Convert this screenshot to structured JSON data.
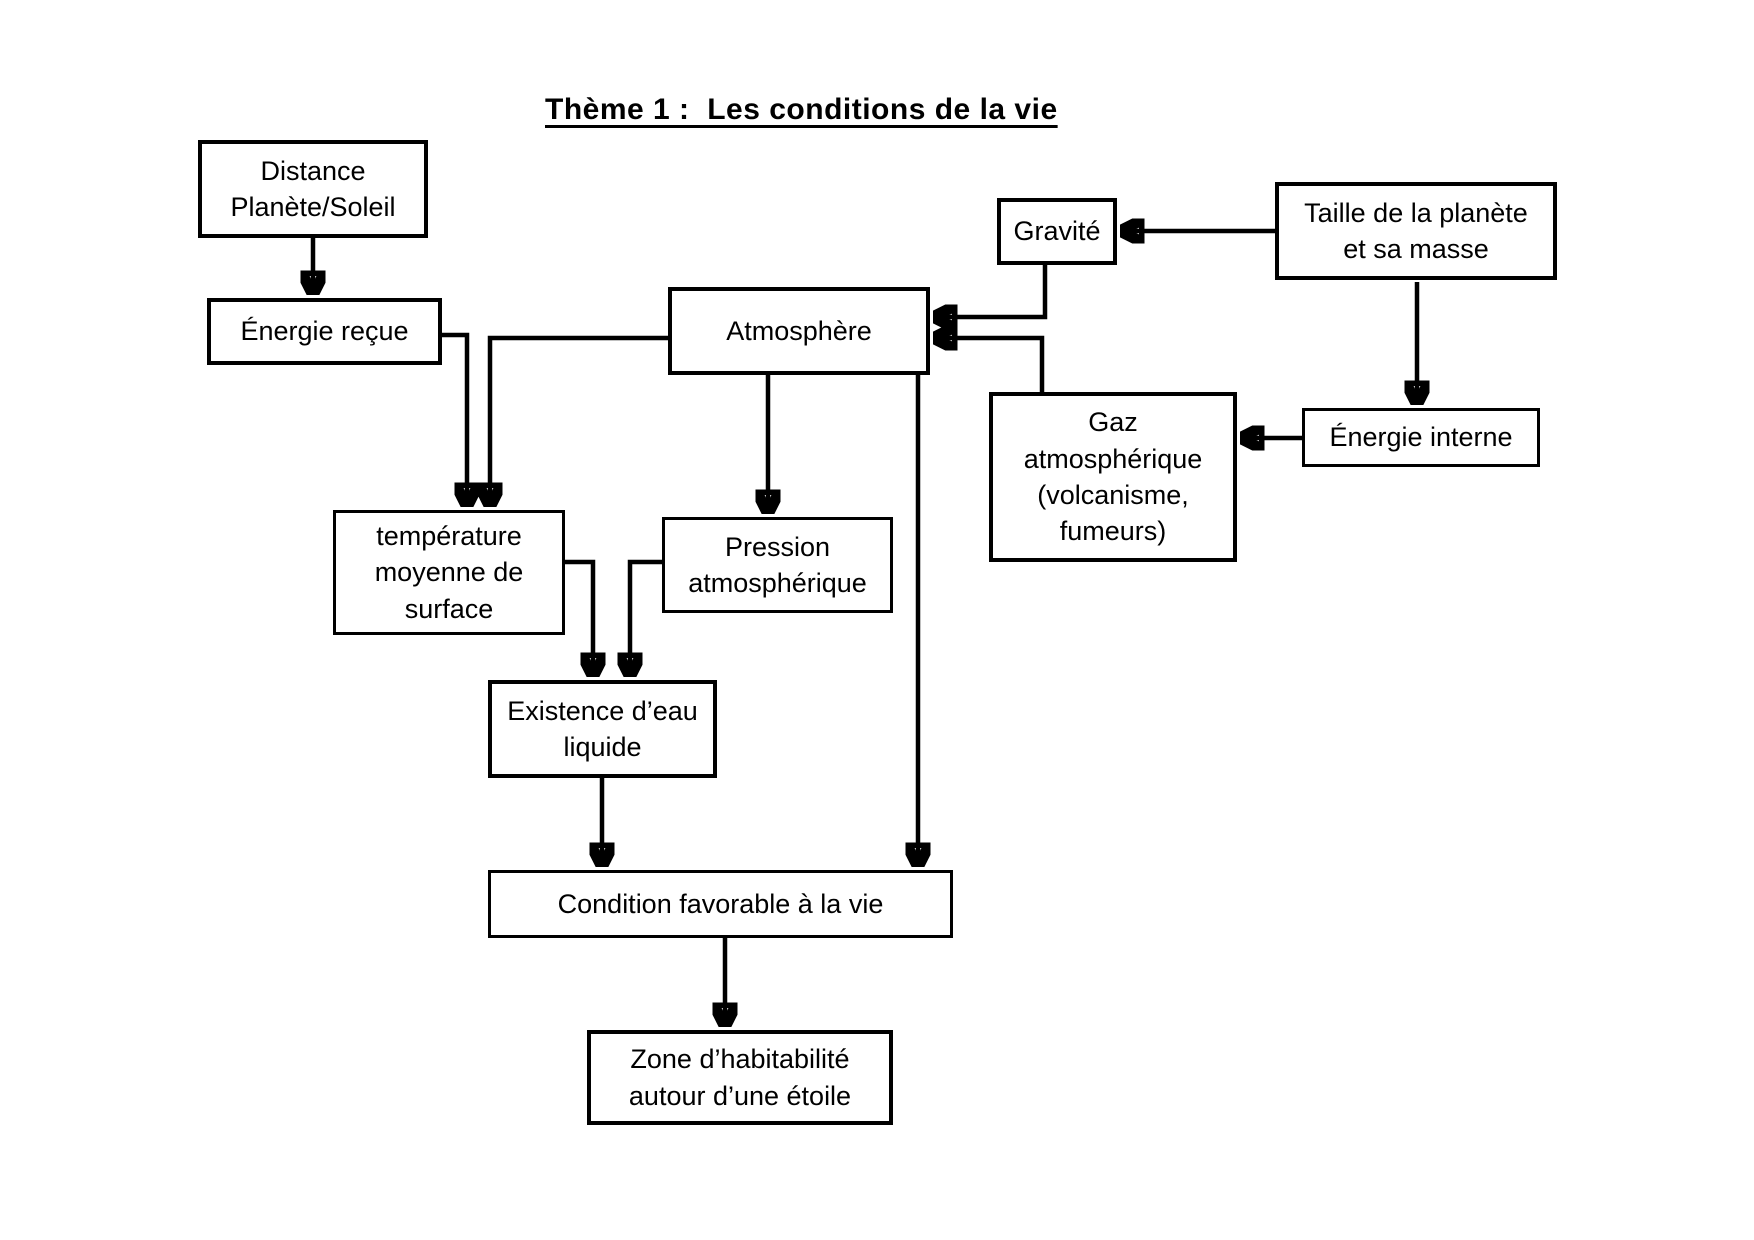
{
  "title": "Thème 1 :  Les conditions de la vie",
  "diagram": {
    "colors": {
      "background": "#ffffff",
      "line": "#000000",
      "text": "#000000"
    },
    "nodes": {
      "distance_planete_soleil": {
        "label": "Distance\nPlanète/Soleil"
      },
      "energie_recue": {
        "label": "Énergie reçue"
      },
      "atmosphere": {
        "label": "Atmosphère"
      },
      "gravite": {
        "label": "Gravité"
      },
      "taille_planete_masse": {
        "label": "Taille de la planète\net sa masse"
      },
      "gaz_atmospherique": {
        "label": "Gaz\natmosphérique\n(volcanisme,\nfumeurs)"
      },
      "energie_interne": {
        "label": "Énergie interne"
      },
      "temperature_moyenne_surface": {
        "label": "température\nmoyenne de\nsurface"
      },
      "pression_atmospherique": {
        "label": "Pression\natmosphérique"
      },
      "existence_eau_liquide": {
        "label": "Existence d’eau\nliquide"
      },
      "condition_favorable": {
        "label": "Condition favorable à la vie"
      },
      "zone_habitabilite": {
        "label": "Zone d’habitabilité\nautour d’une étoile"
      }
    },
    "edges": [
      {
        "from": "distance_planete_soleil",
        "to": "energie_recue"
      },
      {
        "from": "taille_planete_masse",
        "to": "gravite"
      },
      {
        "from": "gravite",
        "to": "atmosphere"
      },
      {
        "from": "gaz_atmospherique",
        "to": "atmosphere"
      },
      {
        "from": "taille_planete_masse",
        "to": "energie_interne"
      },
      {
        "from": "energie_interne",
        "to": "gaz_atmospherique"
      },
      {
        "from": "energie_recue",
        "to": "temperature_moyenne_surface"
      },
      {
        "from": "atmosphere",
        "to": "temperature_moyenne_surface"
      },
      {
        "from": "atmosphere",
        "to": "pression_atmospherique"
      },
      {
        "from": "temperature_moyenne_surface",
        "to": "existence_eau_liquide"
      },
      {
        "from": "pression_atmospherique",
        "to": "existence_eau_liquide"
      },
      {
        "from": "existence_eau_liquide",
        "to": "condition_favorable"
      },
      {
        "from": "atmosphere",
        "to": "condition_favorable"
      },
      {
        "from": "condition_favorable",
        "to": "zone_habitabilite"
      }
    ]
  }
}
